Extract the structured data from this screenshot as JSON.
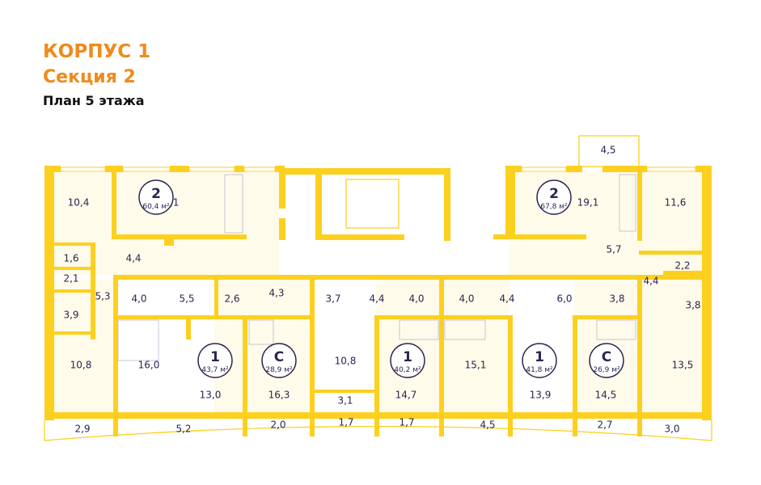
{
  "header": {
    "building": "КОРПУС 1",
    "section": "Секция 2",
    "plan": "План 5 этажа"
  },
  "colors": {
    "wall": "#fdd01f",
    "room": "#fffbea",
    "text": "#2b2453",
    "title": "#f08a1c"
  },
  "apartments": [
    {
      "rooms": "2",
      "area": "60,4 м²"
    },
    {
      "rooms": "2",
      "area": "67,8 м²"
    },
    {
      "rooms": "1",
      "area": "43,7 м²"
    },
    {
      "rooms": "С",
      "area": "28,9 м²"
    },
    {
      "rooms": "1",
      "area": "40,2 м²"
    },
    {
      "rooms": "1",
      "area": "41,8 м²"
    },
    {
      "rooms": "С",
      "area": "26,9 м²"
    }
  ],
  "rooms": [
    "10,4",
    "19,1",
    "1,6",
    "4,4",
    "2,1",
    "5,3",
    "3,9",
    "4,0",
    "5,5",
    "2,6",
    "4,3",
    "3,7",
    "4,4",
    "4,0",
    "4,0",
    "4,4",
    "6,0",
    "3,8",
    "4,4",
    "3,8",
    "2,2",
    "5,7",
    "11,6",
    "19,1",
    "4,5",
    "10,8",
    "16,0",
    "13,0",
    "16,3",
    "10,8",
    "3,1",
    "14,7",
    "15,1",
    "13,9",
    "14,5",
    "13,5",
    "2,9",
    "5,2",
    "2,0",
    "1,7",
    "1,7",
    "4,5",
    "2,7",
    "3,0"
  ]
}
